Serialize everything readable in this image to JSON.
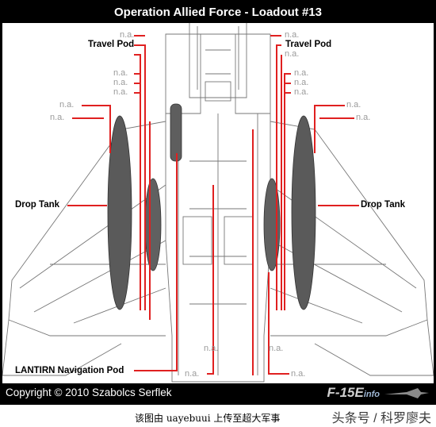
{
  "title": "Operation Allied Force - Loadout #13",
  "labels": {
    "travel_pod_left": "Travel Pod",
    "travel_pod_right": "Travel Pod",
    "drop_tank_left": "Drop Tank",
    "drop_tank_right": "Drop Tank",
    "lantirn_pod": "LANTIRN Navigation Pod"
  },
  "not_available": [
    "n.a.",
    "n.a.",
    "n.a.",
    "n.a.",
    "n.a.",
    "n.a.",
    "n.a.",
    "n.a.",
    "n.a.",
    "n.a.",
    "n.a.",
    "n.a.",
    "n.a.",
    "n.a.",
    "n.a.",
    "n.a.",
    "n.a."
  ],
  "footer": {
    "copyright": "Copyright © 2010 Szabolcs Serflek",
    "logo": "F-15E",
    "logo_suffix": "info"
  },
  "watermark": {
    "upload_note": "该图由 uayebuui 上传至超大军事",
    "source": "头条号 / 科罗廖夫"
  },
  "colors": {
    "leader_line": "#e02020",
    "frame": "#000000",
    "na_text": "#9a9a9a",
    "tank_fill": "#5a5a5a"
  }
}
